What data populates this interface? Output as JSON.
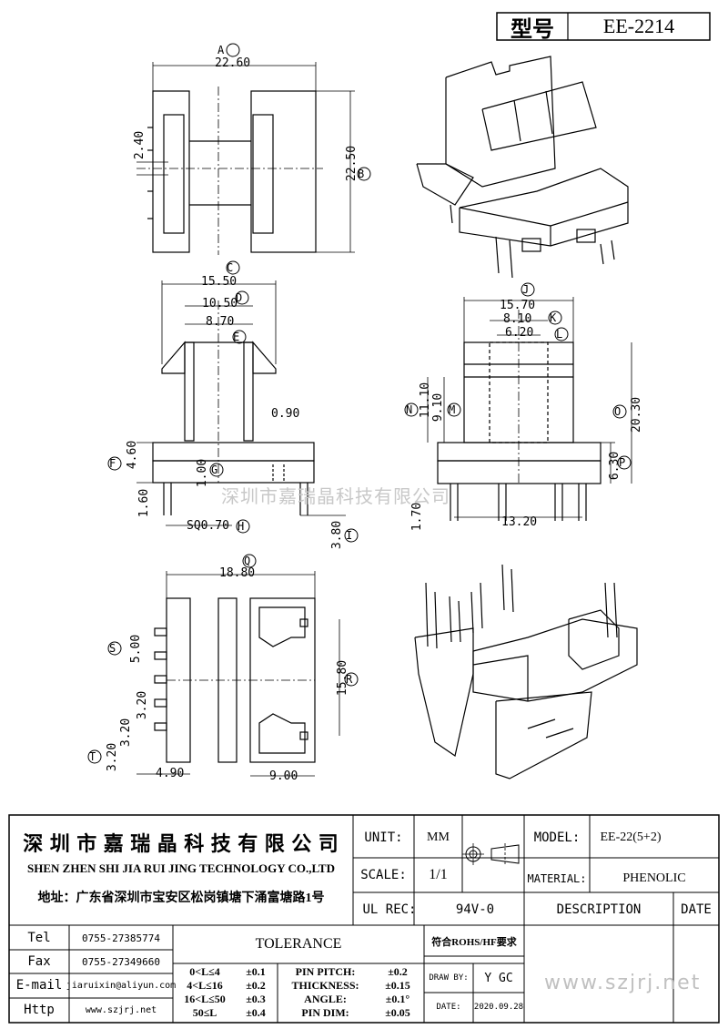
{
  "header": {
    "type_label": "型号",
    "model": "EE-2214"
  },
  "watermark": "深圳市嘉瑞晶科技有限公司",
  "footer_watermark": "www.szjrj.net",
  "views": {
    "top_left": {
      "dims": {
        "A_label": "A",
        "A": "22.60",
        "B_label": "B",
        "B": "22.50",
        "small": "2.40"
      }
    },
    "mid_left": {
      "dims": {
        "C_label": "C",
        "C": "15.50",
        "D_label": "D",
        "D": "10.50",
        "E_label": "E",
        "E": "8.70",
        "web": "0.90",
        "F_label": "F",
        "F": "4.60",
        "G_label": "G",
        "G": "1.00",
        "pin_len": "1.60",
        "H_label": "H",
        "H": "SQ0.70",
        "I_label": "I",
        "I": "3.80"
      }
    },
    "mid_right": {
      "dims": {
        "J_label": "J",
        "J": "15.70",
        "K_label": "K",
        "K": "8.10",
        "L_label": "L",
        "L": "6.20",
        "N_label": "N",
        "N": "11.10",
        "M_label": "M",
        "M": "9.10",
        "O_label": "O",
        "O": "20.30",
        "P_label": "P",
        "P": "6.30",
        "pin_bottom": "1.70",
        "spacing": "13.20"
      }
    },
    "bottom_left": {
      "dims": {
        "Q_label": "Q",
        "Q": "18.80",
        "R_label": "R",
        "R": "15.80",
        "S_label": "S",
        "S": "5.00",
        "pitch1": "3.20",
        "pitch2": "3.20",
        "T_label": "T",
        "T": "3.20",
        "left_w": "4.90",
        "right_w": "9.00"
      }
    }
  },
  "title_block": {
    "company_cn": "深 圳 市 嘉 瑞 晶 科 技 有 限 公 司",
    "company_en": "SHEN ZHEN SHI   JIA RUI JING   TECHNOLOGY CO.,LTD",
    "address": "地址：广东省深圳市宝安区松岗镇塘下涌富塘路1号",
    "unit_label": "UNIT:",
    "unit_value": "MM",
    "scale_label": "SCALE:",
    "scale_value": "1/1",
    "ul_label": "UL REC:",
    "ul_value": "94V-0",
    "model_label": "MODEL:",
    "model_value": "EE-22(5+2)",
    "material_label": "MATERIAL:",
    "material_value": "PHENOLIC",
    "description_label": "DESCRIPTION",
    "date_label": "DATE",
    "tel_label": "Tel",
    "tel_value": "0755-27385774",
    "fax_label": "Fax",
    "fax_value": "0755-27349660",
    "email_label": "E-mail",
    "email_value": "jiaruixin@aliyun.com",
    "http_label": "Http",
    "http_value": "www.szjrj.net",
    "tolerance_label": "TOLERANCE",
    "tol_rows": [
      {
        "range": "0<L≤4",
        "tol": "±0.1",
        "name": "PIN PITCH:",
        "val": "±0.2"
      },
      {
        "range": "4<L≤16",
        "tol": "±0.2",
        "name": "THICKNESS:",
        "val": "±0.15"
      },
      {
        "range": "16<L≤50",
        "tol": "±0.3",
        "name": "ANGLE:",
        "val": "±0.1°"
      },
      {
        "range": "50≤L",
        "tol": "±0.4",
        "name": "PIN DIM:",
        "val": "±0.05"
      }
    ],
    "rohs": "符合ROHS/HF要求",
    "draw_label": "DRAW BY:",
    "draw_value": "Y GC",
    "date_label2": "DATE:",
    "date_value": "2020.09.28"
  }
}
